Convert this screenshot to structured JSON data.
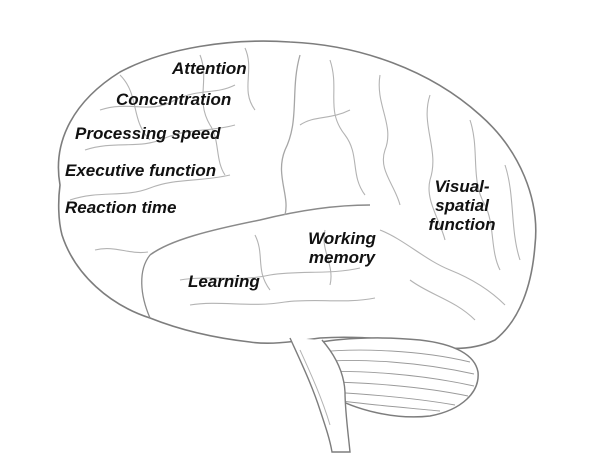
{
  "labels": {
    "attention": "Attention",
    "concentration": "Concentration",
    "processing_speed": "Processing speed",
    "executive_function": "Executive function",
    "reaction_time": "Reaction time",
    "working_memory": [
      "Working",
      "memory"
    ],
    "learning": "Learning",
    "visual_spatial": [
      "Visual-",
      "spatial",
      "function"
    ]
  },
  "colors": {
    "outline": "#8a8a8a",
    "sulci": "#b0b0b0",
    "text": "#111111"
  }
}
